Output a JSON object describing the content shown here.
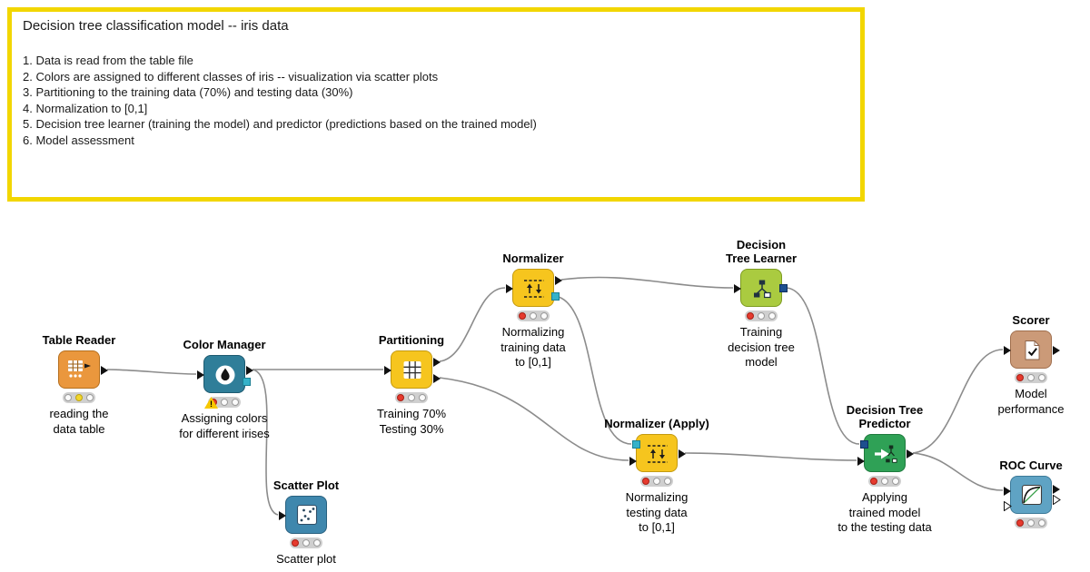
{
  "annotation": {
    "title": "Decision tree classification model -- iris data",
    "items": [
      "1. Data is read from the table file",
      "2. Colors are assigned to different classes of iris -- visualization via scatter plots",
      "3. Partitioning to the training data (70%) and testing data (30%)",
      "4. Normalization to [0,1]",
      "5. Decision tree learner (training the model) and predictor (predictions based on the trained model)",
      "6. Model assessment"
    ]
  },
  "nodes": {
    "table_reader": {
      "label": "Table Reader",
      "description": "reading the\ndata table",
      "status": "yellow"
    },
    "color_manager": {
      "label": "Color Manager",
      "description": "Assigning colors\nfor different irises",
      "status": "red",
      "warning": "!"
    },
    "scatter_plot": {
      "label": "Scatter Plot",
      "description": "Scatter plot",
      "status": "red"
    },
    "partitioning": {
      "label": "Partitioning",
      "description": "Training 70%\nTesting 30%",
      "status": "red"
    },
    "normalizer": {
      "label": "Normalizer",
      "description": "Normalizing\ntraining data\nto [0,1]",
      "status": "red"
    },
    "normalizer_apply": {
      "label": "Normalizer (Apply)",
      "description": "Normalizing\ntesting data\nto [0,1]",
      "status": "red"
    },
    "dt_learner": {
      "label": "Decision\nTree Learner",
      "description": "Training\ndecision tree\nmodel",
      "status": "red"
    },
    "dt_predictor": {
      "label": "Decision Tree\nPredictor",
      "description": "Applying\ntrained model\nto the testing data",
      "status": "red"
    },
    "scorer": {
      "label": "Scorer",
      "description": "Model\nperformance",
      "status": "red"
    },
    "roc_curve": {
      "label": "ROC Curve",
      "description": "",
      "status": "red"
    }
  },
  "colors": {
    "annotation_border": "#f2d600",
    "wire": "#8c8c8c",
    "model_port_navy": "#1d4f8f",
    "model_port_cyan": "#35b2c9",
    "led_red": "#e63a2e",
    "led_yellow": "#f2d62c",
    "tile_table_reader": "#ea973d",
    "tile_color_manager": "#2f7e99",
    "tile_scatter_plot": "#3f87ad",
    "tile_manipulation_yellow": "#f6c51e",
    "tile_learner": "#aacb40",
    "tile_predictor": "#2fa156",
    "tile_scorer": "#cb9a78",
    "tile_roc": "#5fa3c4"
  }
}
